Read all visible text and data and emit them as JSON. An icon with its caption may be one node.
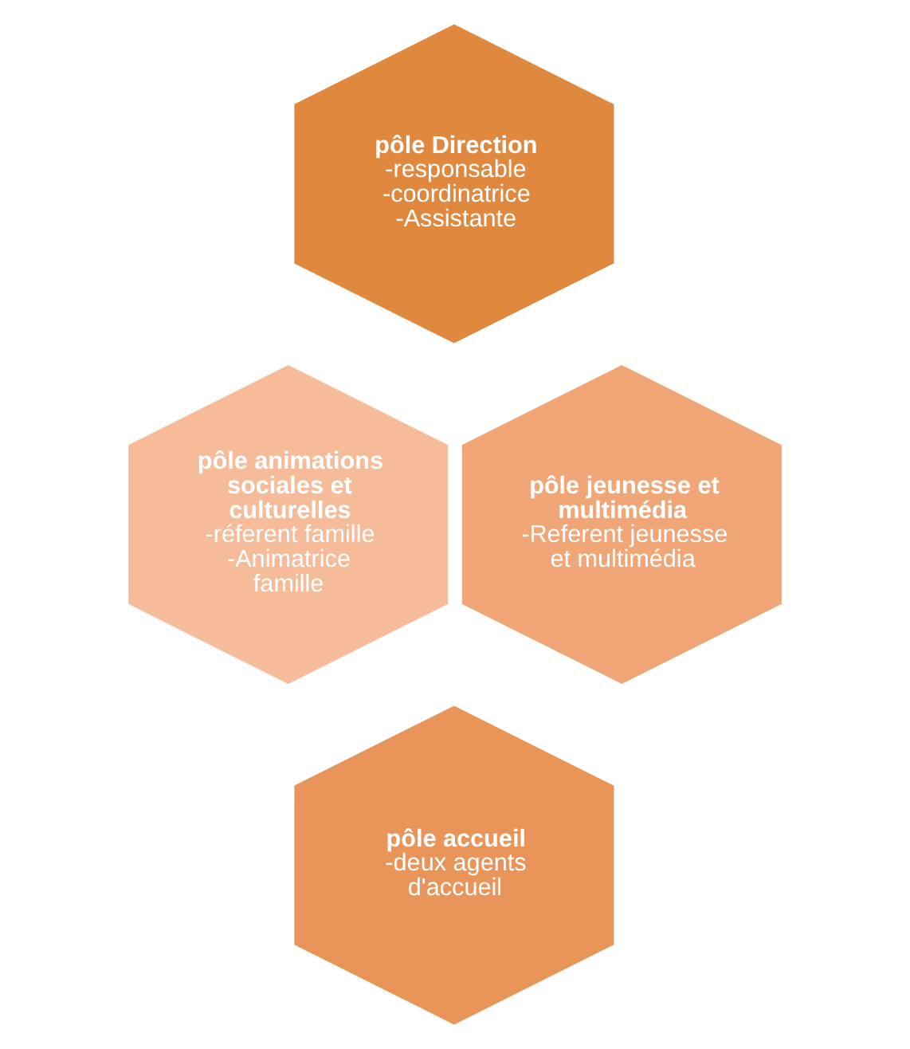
{
  "diagram": {
    "nodes": [
      {
        "text": [
          "pôle Direction",
          "-responsable",
          "-coordinatrice",
          "-Assistante"
        ]
      },
      {
        "text": [
          "pôle animations sociales et culturelles",
          "-réferent famille",
          "-Animatrice famille"
        ]
      },
      {
        "text": [
          "pôle jeunesse et multimédia",
          "-Referent jeunesse et multimédia"
        ]
      },
      {
        "text": [
          "pôle accueil",
          "-deux agents d'accueil"
        ]
      }
    ],
    "edges": []
  }
}
